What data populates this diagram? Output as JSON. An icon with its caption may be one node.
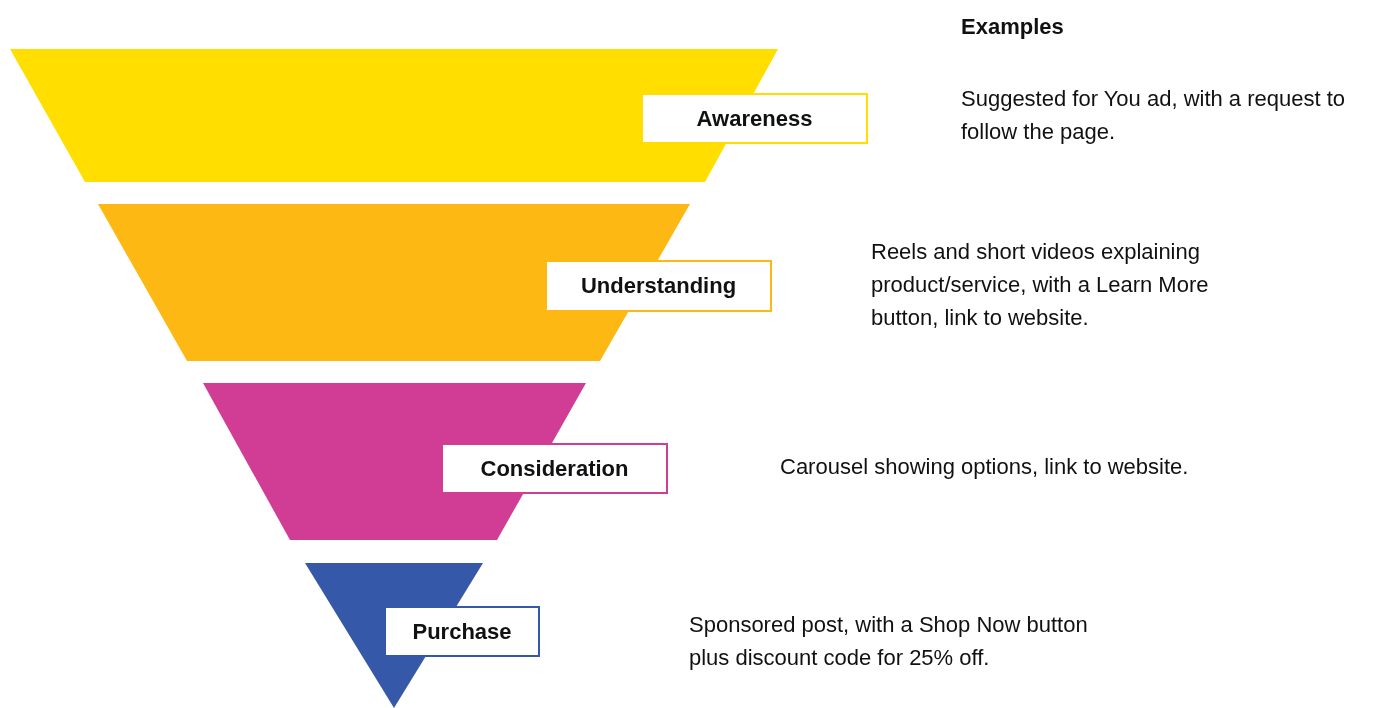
{
  "diagram": {
    "nodes": [
      {
        "text": [],
        "shape": "trapezoid"
      },
      {
        "text": [
          "Awareness"
        ]
      },
      {
        "text": [],
        "shape": "trapezoid"
      },
      {
        "text": [
          "Understanding"
        ]
      },
      {
        "text": [],
        "shape": "trapezoid"
      },
      {
        "text": [
          "Consideration"
        ]
      },
      {
        "text": [],
        "shape": "triangle"
      },
      {
        "text": [
          "Purchase"
        ]
      }
    ],
    "labels": [
      "Examples",
      "Suggested for You ad, with a request to follow the page.",
      "Reels and short videos explaining product/service, with a Learn More button, link to website.",
      "Carousel showing options, link to website.",
      "Sponsored post, with a Shop Now button plus discount code for 25% off."
    ]
  }
}
